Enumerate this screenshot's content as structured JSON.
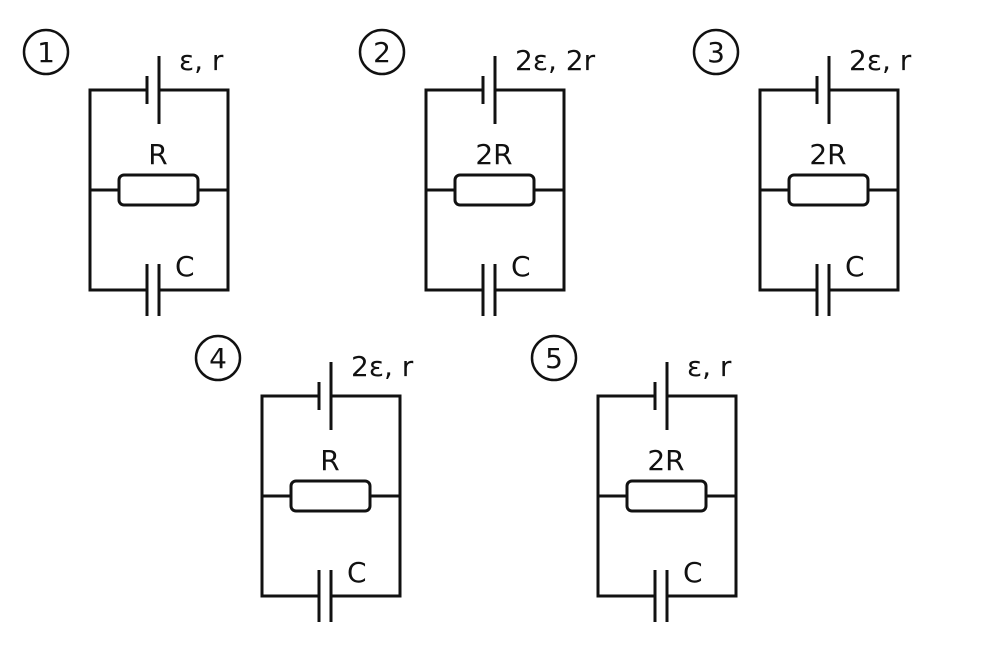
{
  "diagram": {
    "circuits": [
      {
        "number": "1",
        "battery_label": "ε, r",
        "resistor_label": "R",
        "capacitor_label": "C"
      },
      {
        "number": "2",
        "battery_label": "2ε, 2r",
        "resistor_label": "2R",
        "capacitor_label": "C"
      },
      {
        "number": "3",
        "battery_label": "2ε, r",
        "resistor_label": "2R",
        "capacitor_label": "C"
      },
      {
        "number": "4",
        "battery_label": "2ε, r",
        "resistor_label": "R",
        "capacitor_label": "C"
      },
      {
        "number": "5",
        "battery_label": "ε, r",
        "resistor_label": "2R",
        "capacitor_label": "C"
      }
    ]
  }
}
